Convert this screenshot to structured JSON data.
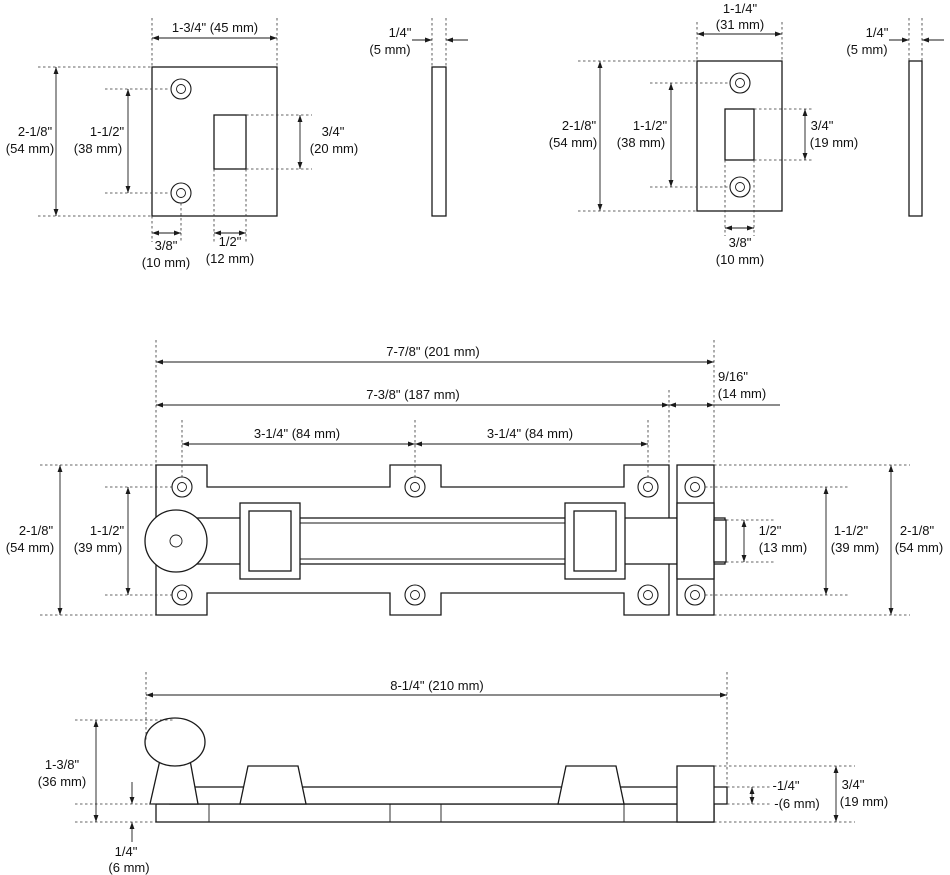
{
  "views": {
    "strike_plate_front": {
      "width": "1-3/4\" (45 mm)",
      "height_in": "2-1/8\"",
      "height_mm": "(54 mm)",
      "hole_spacing_in": "1-1/2\"",
      "hole_spacing_mm": "(38 mm)",
      "slot_height_in": "3/4\"",
      "slot_height_mm": "(20 mm)",
      "hole_offset_in": "3/8\"",
      "hole_offset_mm": "(10 mm)",
      "slot_width_in": "1/2\"",
      "slot_width_mm": "(12 mm)"
    },
    "strike_plate_side": {
      "thickness_in": "1/4\"",
      "thickness_mm": "(5 mm)"
    },
    "keeper_front": {
      "width_in": "1-1/4\"",
      "width_mm": "(31 mm)",
      "height_in": "2-1/8\"",
      "height_mm": "(54 mm)",
      "hole_spacing_in": "1-1/2\"",
      "hole_spacing_mm": "(38 mm)",
      "slot_height_in": "3/4\"",
      "slot_height_mm": "(19 mm)",
      "hole_offset_in": "3/8\"",
      "hole_offset_mm": "(10 mm)"
    },
    "keeper_side": {
      "thickness_in": "1/4\"",
      "thickness_mm": "(5 mm)"
    },
    "bolt_front": {
      "overall": "7-7/8\" (201 mm)",
      "plate": "7-3/8\" (187 mm)",
      "gap_in": "9/16\"",
      "gap_mm": "(14 mm)",
      "hole_spacing_left": "3-1/4\" (84 mm)",
      "hole_spacing_right": "3-1/4\" (84 mm)",
      "height_left_in": "2-1/8\"",
      "height_left_mm": "(54 mm)",
      "hole_spacing_in": "1-1/2\"",
      "hole_spacing_mm": "(39 mm)",
      "bolt_dia_in": "1/2\"",
      "bolt_dia_mm": "(13 mm)",
      "keeper_holes_in": "1-1/2\"",
      "keeper_holes_mm": "(39 mm)",
      "height_right_in": "2-1/8\"",
      "height_right_mm": "(54 mm)"
    },
    "bolt_side": {
      "length": "8-1/4\" (210 mm)",
      "knob_height_in": "1-3/8\"",
      "knob_height_mm": "(36 mm)",
      "plate_thickness_in": "1/4\"",
      "plate_thickness_mm": "(6 mm)",
      "bolt_offset_in": "-1/4\"",
      "bolt_offset_mm": "-(6 mm)",
      "guide_height_in": "3/4\"",
      "guide_height_mm": "(19 mm)"
    }
  }
}
